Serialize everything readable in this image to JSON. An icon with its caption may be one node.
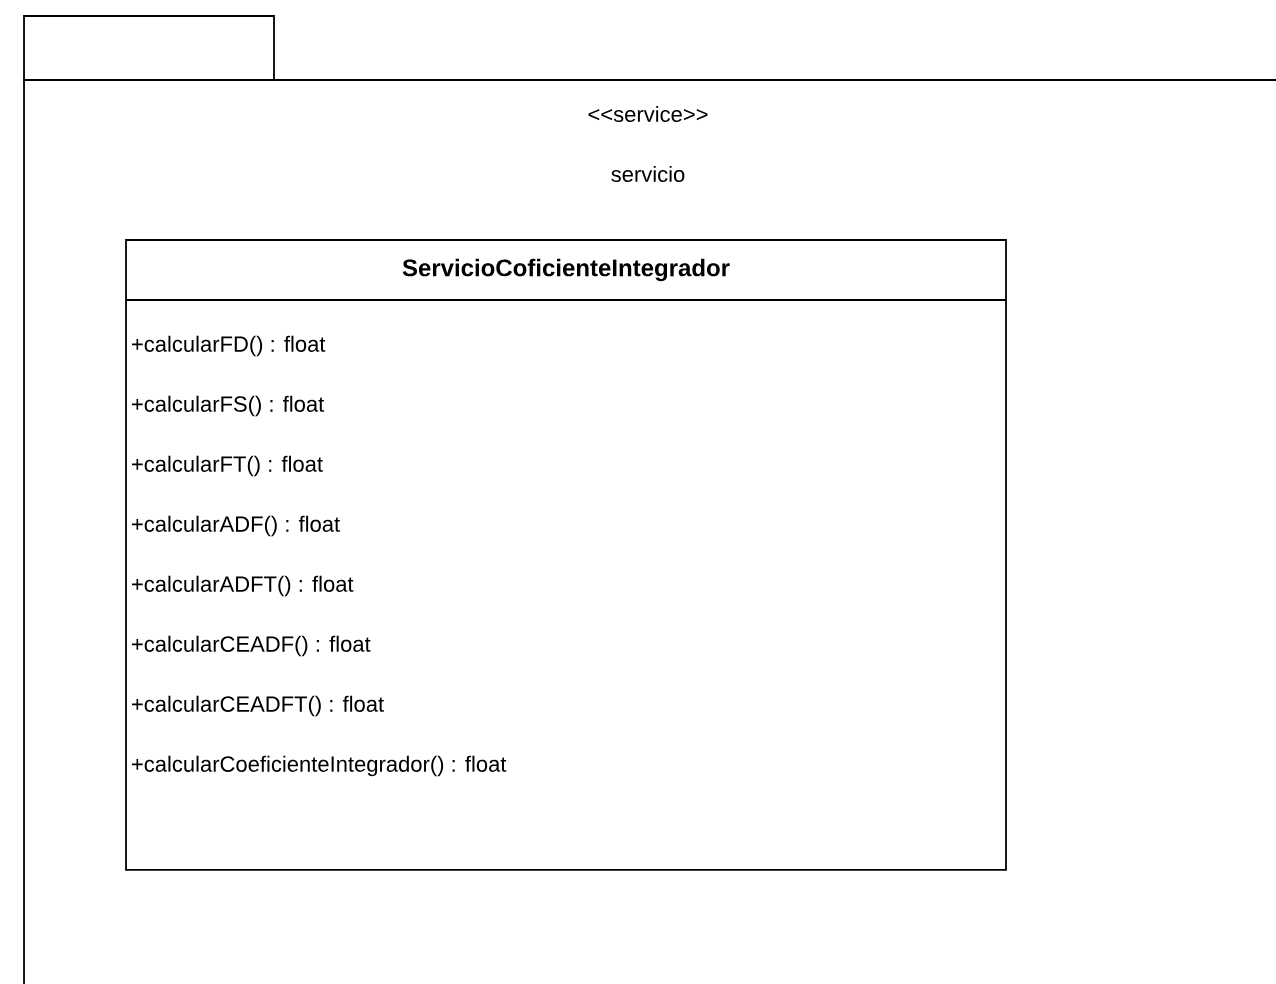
{
  "diagram": {
    "nodes": [
      {
        "text": [
          "<<service>>",
          "servicio"
        ]
      },
      {
        "text": [
          "ServicioCoficienteIntegrador",
          "+calcularFD() : float",
          "+calcularFS() : float",
          "+calcularFT() : float",
          "+calcularADF() : float",
          "+calcularADFT() : float",
          "+calcularCEADF() : float",
          "+calcularCEADFT() : float",
          "+calcularCoeficienteIntegrador() : float"
        ],
        "in": 0
      }
    ]
  }
}
